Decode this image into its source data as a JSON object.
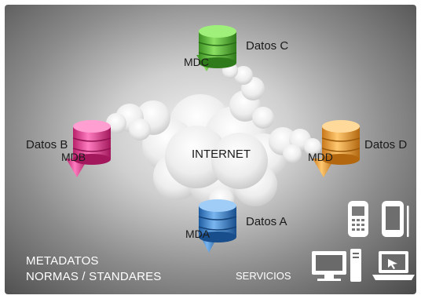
{
  "nodes": {
    "c": {
      "name": "Datos C",
      "code": "MDC",
      "color": "#5cbf3a"
    },
    "b": {
      "name": "Datos B",
      "code": "MDB",
      "color": "#e8479a"
    },
    "d": {
      "name": "Datos D",
      "code": "MDD",
      "color": "#f2a33a"
    },
    "a": {
      "name": "Datos A",
      "code": "MDA",
      "color": "#3e86cf"
    }
  },
  "center": {
    "label": "INTERNET"
  },
  "footer": {
    "line1": "METADATOS",
    "line2": "NORMAS / STANDARES"
  },
  "services": {
    "label": "SERVICIOS",
    "icons": [
      "mobile-phone-icon",
      "smartphone-icon",
      "desktop-computer-icon",
      "laptop-icon"
    ]
  }
}
